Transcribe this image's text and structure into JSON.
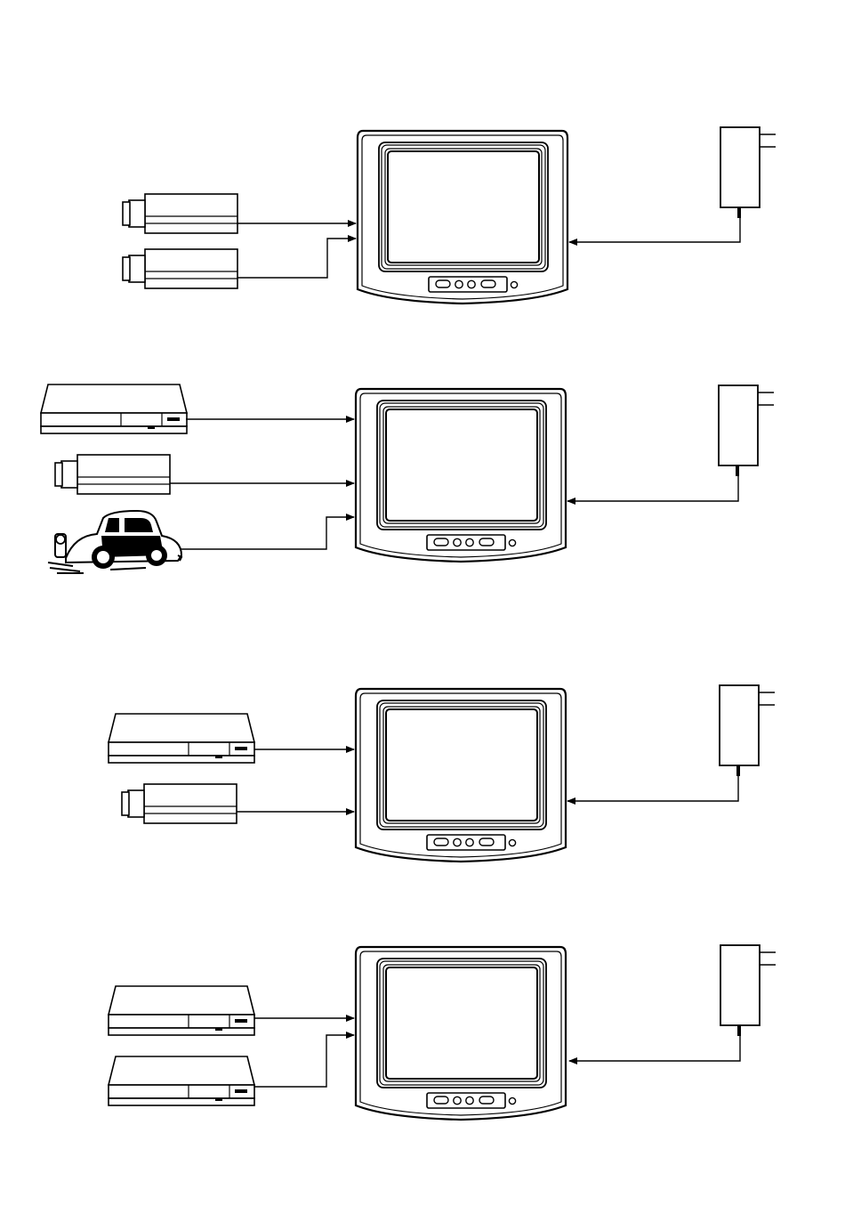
{
  "diagrams": [
    {
      "devices": [
        {
          "type": "camera-icon",
          "name": "camera-1"
        },
        {
          "type": "camera-icon",
          "name": "camera-2"
        }
      ],
      "display": "monitor-icon",
      "power": "power-adapter-icon"
    },
    {
      "devices": [
        {
          "type": "vcr-icon",
          "name": "vcr-1"
        },
        {
          "type": "camera-icon",
          "name": "camera-1"
        },
        {
          "type": "car-icon",
          "name": "vehicle-1"
        }
      ],
      "display": "monitor-icon",
      "power": "power-adapter-icon"
    },
    {
      "devices": [
        {
          "type": "vcr-icon",
          "name": "vcr-1"
        },
        {
          "type": "camera-icon",
          "name": "camera-1"
        }
      ],
      "display": "monitor-icon",
      "power": "power-adapter-icon"
    },
    {
      "devices": [
        {
          "type": "vcr-icon",
          "name": "vcr-1"
        },
        {
          "type": "vcr-icon",
          "name": "vcr-2"
        }
      ],
      "display": "monitor-icon",
      "power": "power-adapter-icon"
    }
  ],
  "colors": {
    "stroke": "#000000",
    "background": "#ffffff"
  }
}
